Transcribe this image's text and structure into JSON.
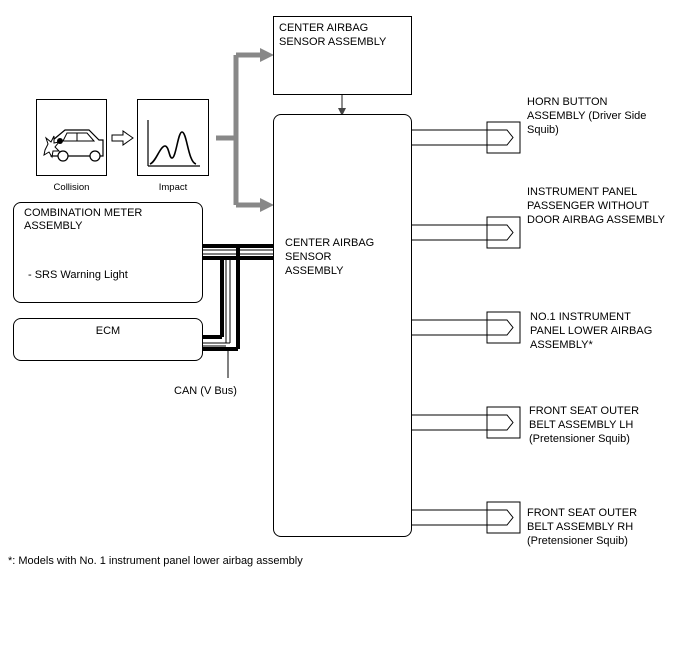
{
  "collision_label": "Collision",
  "impact_label": "Impact",
  "top_sensor": {
    "line1": "CENTER AIRBAG",
    "line2": "SENSOR ASSEMBLY"
  },
  "main_sensor": {
    "line1": "CENTER AIRBAG",
    "line2": "SENSOR",
    "line3": "ASSEMBLY"
  },
  "combination_meter": {
    "line1": "COMBINATION METER",
    "line2": "ASSEMBLY",
    "item": "- SRS Warning Light"
  },
  "ecm": {
    "label": "ECM"
  },
  "can_bus": {
    "label": "CAN (V Bus)"
  },
  "outputs": [
    {
      "line1": "HORN BUTTON",
      "line2": "ASSEMBLY (Driver Side",
      "line3": "Squib)"
    },
    {
      "line1": "INSTRUMENT PANEL",
      "line2": "PASSENGER WITHOUT",
      "line3": "DOOR AIRBAG ASSEMBLY"
    },
    {
      "line1": "NO.1 INSTRUMENT",
      "line2": "PANEL LOWER AIRBAG",
      "line3": "ASSEMBLY*"
    },
    {
      "line1": "FRONT SEAT OUTER",
      "line2": "BELT ASSEMBLY LH",
      "line3": "(Pretensioner Squib)"
    },
    {
      "line1": "FRONT SEAT OUTER",
      "line2": "BELT ASSEMBLY RH",
      "line3": "(Pretensioner Squib)"
    }
  ],
  "footnote": "*: Models with No. 1 instrument panel lower airbag assembly"
}
